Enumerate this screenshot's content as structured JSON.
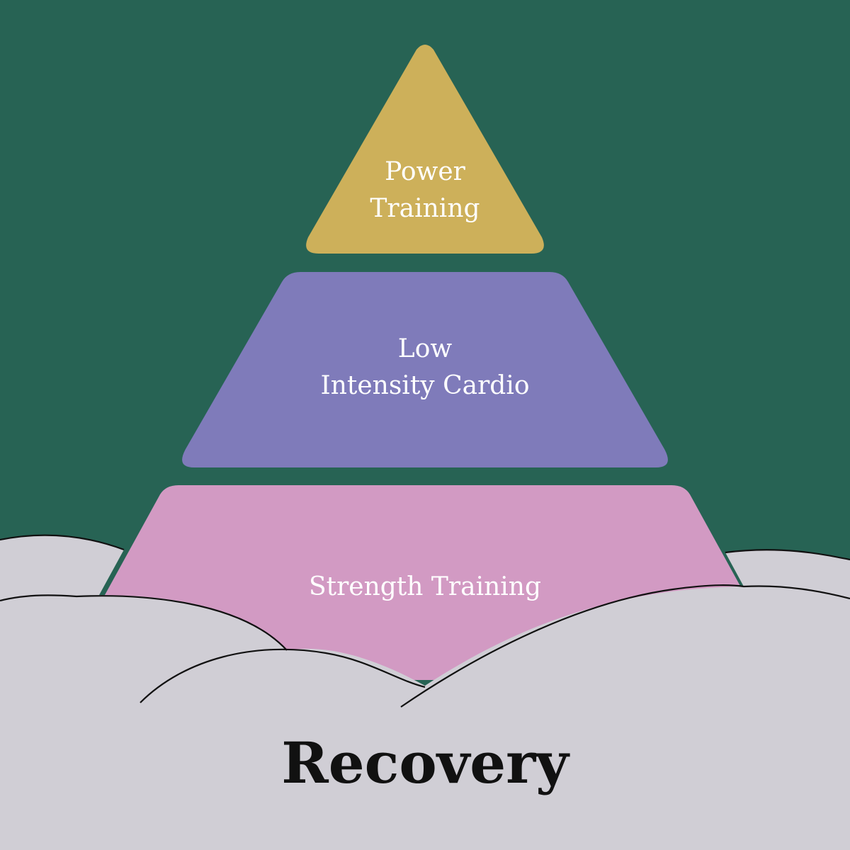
{
  "colors": {
    "background": "#276354",
    "power": "#cdb05a",
    "cardio": "#7f7bba",
    "strength": "#d29ac3",
    "clouds": "#d0ced5",
    "outline": "#111111"
  },
  "tiers": {
    "power": {
      "line1": "Power",
      "line2": "Training"
    },
    "cardio": {
      "line1": "Low",
      "line2": "Intensity Cardio"
    },
    "strength": {
      "line1": "Strength Training"
    }
  },
  "base": {
    "label": "Recovery"
  }
}
